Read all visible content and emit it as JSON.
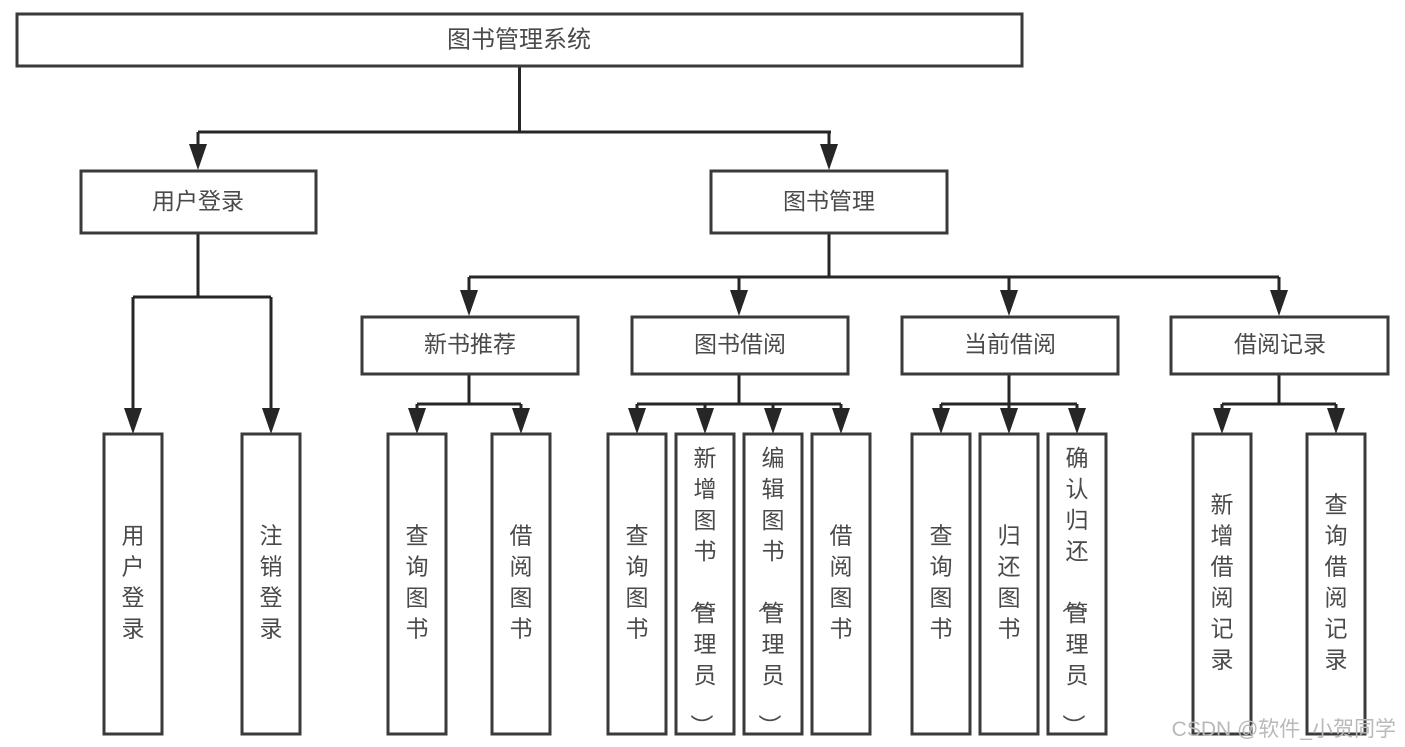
{
  "diagram": {
    "title": "图书管理系统",
    "type": "tree",
    "orientation": "top-down",
    "colors": {
      "background": "#ffffff",
      "box_stroke": "#3a3a3a",
      "box_fill": "#ffffff",
      "connector": "#262626",
      "text": "#4a4a4a",
      "watermark": "#b9b9b9"
    },
    "root": {
      "label": "图书管理系统"
    },
    "level2": [
      {
        "id": "user-login",
        "label": "用户登录"
      },
      {
        "id": "book-management",
        "label": "图书管理"
      }
    ],
    "level3": [
      {
        "id": "new-book-recommend",
        "label": "新书推荐",
        "parent": "book-management"
      },
      {
        "id": "book-borrow",
        "label": "图书借阅",
        "parent": "book-management"
      },
      {
        "id": "current-borrow",
        "label": "当前借阅",
        "parent": "book-management"
      },
      {
        "id": "borrow-record",
        "label": "借阅记录",
        "parent": "book-management"
      }
    ],
    "leaves": [
      {
        "id": "leaf-user-login",
        "label": "用户登录",
        "parent": "user-login"
      },
      {
        "id": "leaf-logout-login",
        "label": "注销登录",
        "parent": "user-login"
      },
      {
        "id": "leaf-query-book-1",
        "label": "查询图书",
        "parent": "new-book-recommend"
      },
      {
        "id": "leaf-borrow-book-1",
        "label": "借阅图书",
        "parent": "new-book-recommend"
      },
      {
        "id": "leaf-query-book-2",
        "label": "查询图书",
        "parent": "book-borrow"
      },
      {
        "id": "leaf-add-book",
        "label": "新增图书（管理员）",
        "parent": "book-borrow"
      },
      {
        "id": "leaf-edit-book",
        "label": "编辑图书（管理员）",
        "parent": "book-borrow"
      },
      {
        "id": "leaf-borrow-book-2",
        "label": "借阅图书",
        "parent": "book-borrow"
      },
      {
        "id": "leaf-query-book-3",
        "label": "查询图书",
        "parent": "current-borrow"
      },
      {
        "id": "leaf-return-book",
        "label": "归还图书",
        "parent": "current-borrow"
      },
      {
        "id": "leaf-confirm-return",
        "label": "确认归还（管理员）",
        "parent": "current-borrow"
      },
      {
        "id": "leaf-add-record",
        "label": "新增借阅记录",
        "parent": "borrow-record"
      },
      {
        "id": "leaf-query-record",
        "label": "查询借阅记录",
        "parent": "borrow-record"
      }
    ],
    "watermark": "CSDN @软件_小贺同学"
  }
}
